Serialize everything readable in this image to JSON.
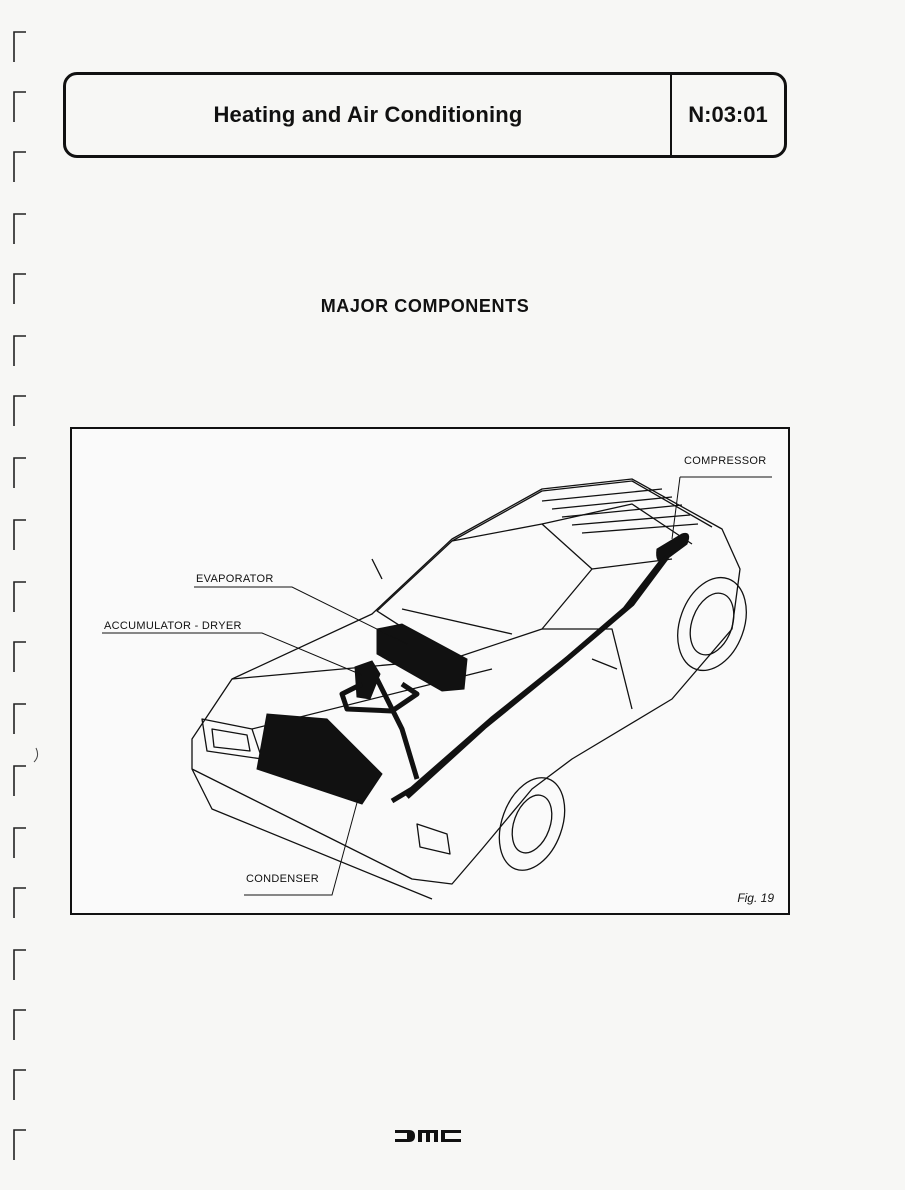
{
  "header": {
    "title": "Heating and Air Conditioning",
    "code": "N:03:01"
  },
  "section_title": "MAJOR COMPONENTS",
  "figure": {
    "caption": "Fig. 19",
    "labels": {
      "compressor": "COMPRESSOR",
      "evaporator": "EVAPORATOR",
      "accumulator": "ACCUMULATOR - DRYER",
      "condenser": "CONDENSER"
    }
  },
  "footer": {
    "logo": "DMC"
  }
}
